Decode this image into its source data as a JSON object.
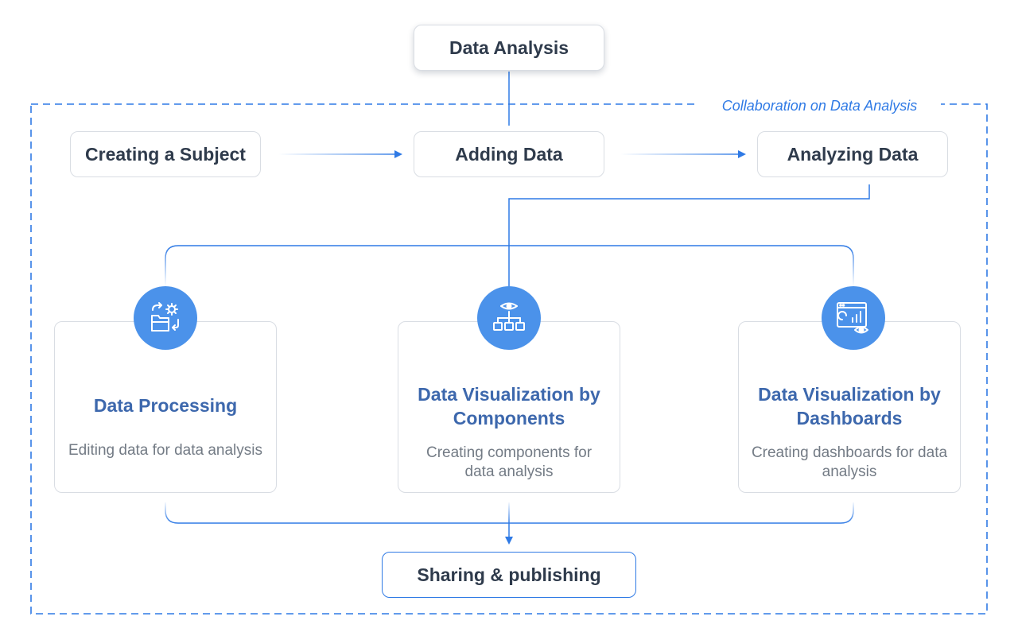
{
  "diagram": {
    "root": {
      "label": "Data Analysis"
    },
    "group": {
      "label": "Collaboration on Data Analysis"
    },
    "steps": [
      {
        "label": "Creating a Subject"
      },
      {
        "label": "Adding Data"
      },
      {
        "label": "Analyzing Data"
      }
    ],
    "branches": [
      {
        "title": "Data Processing",
        "description": "Editing data for data analysis",
        "icon": "data-processing-icon"
      },
      {
        "title": "Data Visualization by Components",
        "description": "Creating components for data analysis",
        "icon": "component-hierarchy-icon"
      },
      {
        "title": "Data Visualization by Dashboards",
        "description": "Creating dashboards for data analysis",
        "icon": "dashboard-chart-icon"
      }
    ],
    "result": {
      "label": "Sharing & publishing"
    },
    "colors": {
      "accent": "#2f7ae5",
      "icon_fill": "#4b92ea",
      "card_title": "#3d68ad",
      "text_dark": "#2f3b4c",
      "text_muted": "#737b85",
      "border": "#d9dde3"
    }
  }
}
